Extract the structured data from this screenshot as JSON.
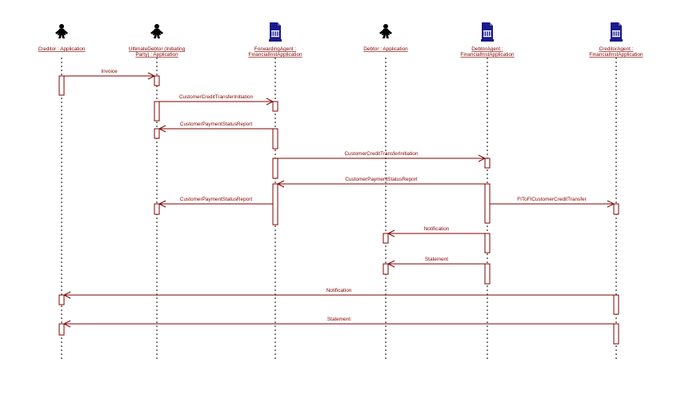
{
  "colors": {
    "message": "#800000",
    "label": "#800000",
    "agent_icon": "#1a1a8c",
    "actor_icon": "#000000"
  },
  "participants": [
    {
      "id": "creditor",
      "lines": [
        "Creditor : Application"
      ],
      "icon": "actor-icon"
    },
    {
      "id": "ultimate-debtor",
      "lines": [
        "UltimateDebtor (Initiating",
        "Party) : Application"
      ],
      "icon": "actor-icon"
    },
    {
      "id": "forwarding-agent",
      "lines": [
        "ForwardingAgent :",
        "FinancialInstApplication"
      ],
      "icon": "bank-agent-icon"
    },
    {
      "id": "debtor",
      "lines": [
        "Debtor : Application"
      ],
      "icon": "actor-icon"
    },
    {
      "id": "debtor-agent",
      "lines": [
        "DebtorAgent :",
        "FinancialInstApplication"
      ],
      "icon": "bank-agent-icon"
    },
    {
      "id": "creditor-agent",
      "lines": [
        "CreditorAgent :",
        "FinancialInstApplication"
      ],
      "icon": "bank-agent-icon"
    }
  ],
  "messages": [
    {
      "label": "Invoice",
      "from": "creditor",
      "to": "ultimate-debtor"
    },
    {
      "label": "CustomerCreditTransferInitiation",
      "from": "ultimate-debtor",
      "to": "forwarding-agent"
    },
    {
      "label": "CustomerPaymentStatusReport",
      "from": "forwarding-agent",
      "to": "ultimate-debtor"
    },
    {
      "label": "CustomerCreditTransferInitiation",
      "from": "forwarding-agent",
      "to": "debtor-agent"
    },
    {
      "label": "CustomerPaymentStatusReport",
      "from": "debtor-agent",
      "to": "forwarding-agent"
    },
    {
      "label": "CustomerPaymentStatusReport",
      "from": "forwarding-agent",
      "to": "ultimate-debtor"
    },
    {
      "label": "FIToFICustomerCreditTransfer",
      "from": "debtor-agent",
      "to": "creditor-agent"
    },
    {
      "label": "Notification",
      "from": "debtor-agent",
      "to": "debtor"
    },
    {
      "label": "Statement",
      "from": "debtor-agent",
      "to": "debtor"
    },
    {
      "label": "Notification",
      "from": "creditor-agent",
      "to": "creditor"
    },
    {
      "label": "Statement",
      "from": "creditor-agent",
      "to": "creditor"
    }
  ]
}
